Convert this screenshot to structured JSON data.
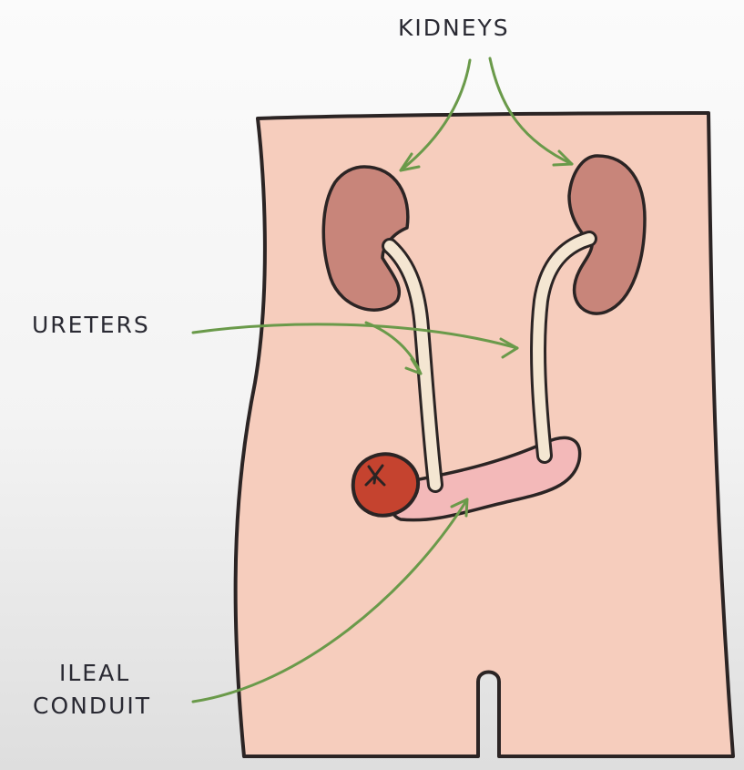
{
  "labels": {
    "kidneys": "KIDNEYS",
    "ureters": "URETERS",
    "ileal": "ILEAL",
    "conduit": "CONDUIT"
  },
  "colors": {
    "background": "#f5f5f5",
    "skin": "#f6cdbd",
    "outline": "#2b2424",
    "kidney": "#c8857a",
    "ureter": "#f4e6d2",
    "conduit": "#f3b9b9",
    "stoma": "#c5432f",
    "arrow": "#6a9a4a"
  }
}
